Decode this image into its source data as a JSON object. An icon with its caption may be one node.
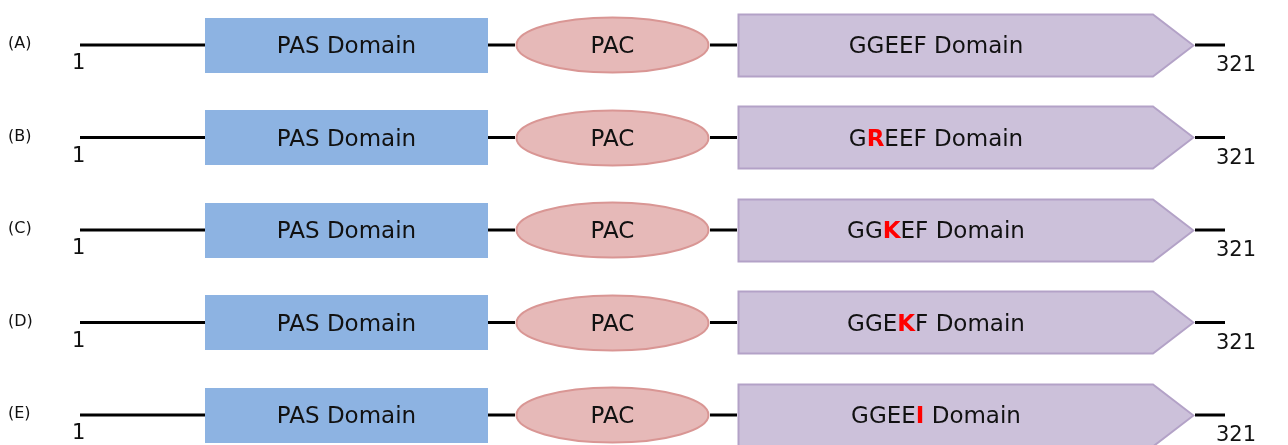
{
  "diagram": {
    "nodes": [
      {
        "text": [
          "1"
        ]
      },
      {
        "text": [
          "PAS Domain"
        ]
      },
      {
        "text": [
          "PAC"
        ]
      },
      {
        "text": [
          "GGEEF Domain"
        ]
      },
      {
        "text": [
          "321"
        ]
      },
      {
        "text": [
          "1"
        ]
      },
      {
        "text": [
          "PAS Domain"
        ]
      },
      {
        "text": [
          "PAC"
        ]
      },
      {
        "text": [
          "G**R**EEF Domain"
        ]
      },
      {
        "text": [
          "321"
        ]
      },
      {
        "text": [
          "1"
        ]
      },
      {
        "text": [
          "PAS Domain"
        ]
      },
      {
        "text": [
          "PAC"
        ]
      },
      {
        "text": [
          "GG**K**EF Domain"
        ]
      },
      {
        "text": [
          "321"
        ]
      },
      {
        "text": [
          "1"
        ]
      },
      {
        "text": [
          "PAS Domain"
        ]
      },
      {
        "text": [
          "PAC"
        ]
      },
      {
        "text": [
          "GGE**K**F Domain"
        ]
      },
      {
        "text": [
          "321"
        ]
      },
      {
        "text": [
          "1"
        ]
      },
      {
        "text": [
          "PAS Domain"
        ]
      },
      {
        "text": [
          "PAC"
        ]
      },
      {
        "text": [
          "GGEE**I** Domain"
        ]
      },
      {
        "text": [
          "321"
        ]
      }
    ],
    "edges": [
      {
        "from": 0,
        "to": 1,
        "arrow": "none"
      },
      {
        "from": 1,
        "to": 2,
        "arrow": "none"
      },
      {
        "from": 2,
        "to": 3,
        "arrow": "none"
      },
      {
        "from": 3,
        "to": 4,
        "arrow": "none"
      },
      {
        "from": 5,
        "to": 6,
        "arrow": "none"
      },
      {
        "from": 6,
        "to": 7,
        "arrow": "none"
      },
      {
        "from": 7,
        "to": 8,
        "arrow": "none"
      },
      {
        "from": 8,
        "to": 9,
        "arrow": "none"
      },
      {
        "from": 10,
        "to": 11,
        "arrow": "none"
      },
      {
        "from": 11,
        "to": 12,
        "arrow": "none"
      },
      {
        "from": 12,
        "to": 13,
        "arrow": "none"
      },
      {
        "from": 13,
        "to": 14,
        "arrow": "none"
      },
      {
        "from": 15,
        "to": 16,
        "arrow": "none"
      },
      {
        "from": 16,
        "to": 17,
        "arrow": "none"
      },
      {
        "from": 17,
        "to": 18,
        "arrow": "none"
      },
      {
        "from": 18,
        "to": 19,
        "arrow": "none"
      },
      {
        "from": 20,
        "to": 21,
        "arrow": "none"
      },
      {
        "from": 21,
        "to": 22,
        "arrow": "none"
      },
      {
        "from": 22,
        "to": 23,
        "arrow": "none"
      },
      {
        "from": 23,
        "to": 24,
        "arrow": "none"
      }
    ],
    "labels": [
      "(A)",
      "(B)",
      "(C)",
      "(D)",
      "(E)"
    ]
  }
}
